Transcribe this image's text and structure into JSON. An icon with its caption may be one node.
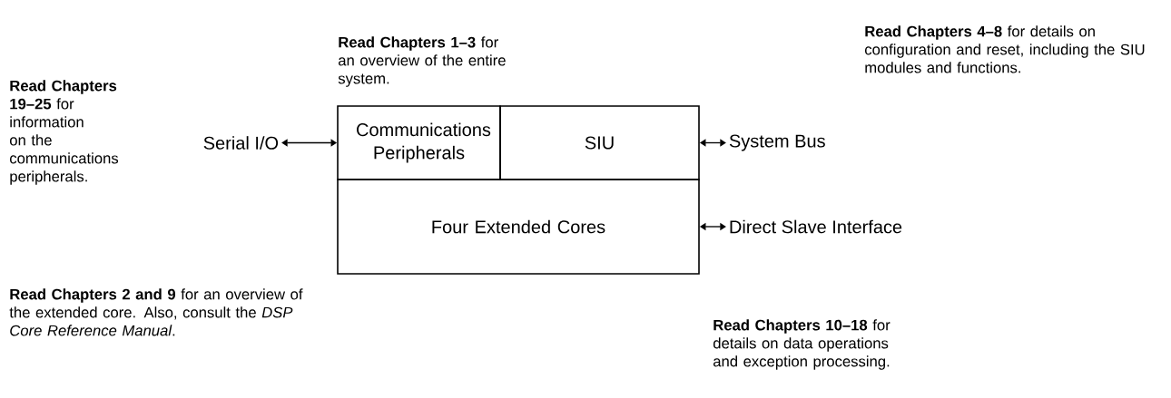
{
  "diagram": {
    "nodes": [
      {
        "text": [
          "Communications Peripherals"
        ]
      },
      {
        "text": [
          "SIU"
        ]
      },
      {
        "text": [
          "Four Extended Cores"
        ]
      },
      {
        "text": [
          "Serial I/O"
        ]
      },
      {
        "text": [
          "System Bus"
        ]
      },
      {
        "text": [
          "Direct Slave Interface"
        ]
      }
    ],
    "edges": [
      {
        "from": 3,
        "to": 0,
        "arrow": "both"
      },
      {
        "from": 1,
        "to": 4,
        "arrow": "both"
      },
      {
        "from": 2,
        "to": 5,
        "arrow": "both"
      }
    ],
    "labels": [
      "**Read Chapters 1–3** for an overview of the entire system.",
      "**Read Chapters 19–25** for information on the communications peripherals.",
      "**Read Chapters 4–8** for details on configuration and reset, including the SIU modules and functions.",
      "**Read Chapters 2 and 9** for an overview of the extended core. Also, consult the *DSP Core Reference Manual*.",
      "**Read Chapters 10–18** for details on data operations and exception processing."
    ]
  }
}
